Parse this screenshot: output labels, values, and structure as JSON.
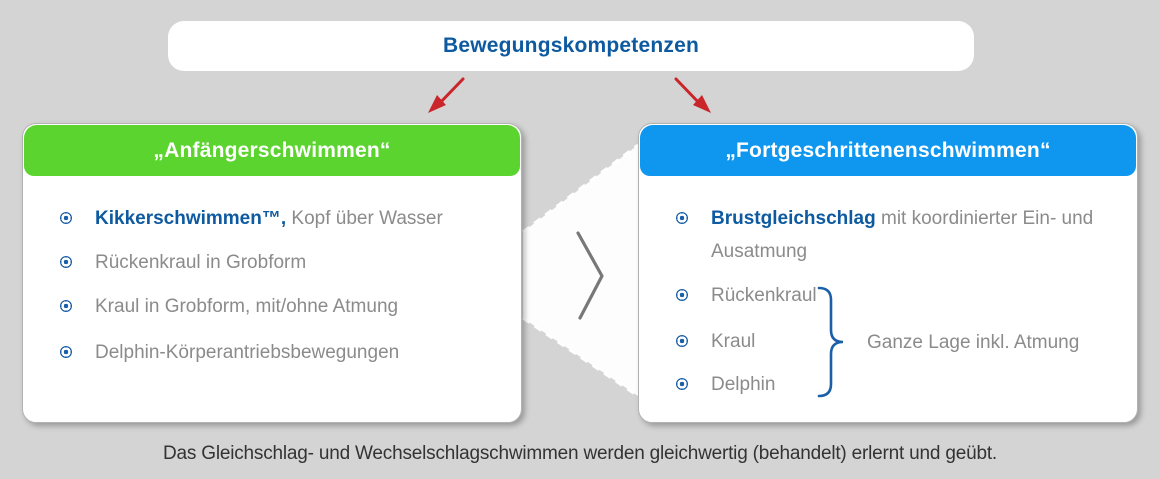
{
  "title": {
    "text": "Bewegungskompetenzen"
  },
  "panels": {
    "left": {
      "header": "„Anfängerschwimmen“",
      "items": [
        {
          "bold": "Kikkerschwimmen™,",
          "text": " Kopf über Wasser"
        },
        {
          "bold": "",
          "text": "Rückenkraul in Grobform"
        },
        {
          "bold": "",
          "text": "Kraul in Grobform, mit/ohne Atmung"
        },
        {
          "bold": "",
          "text": "Delphin-Körperantriebsbewegungen"
        }
      ]
    },
    "right": {
      "header": "„Fortgeschrittenenschwimmen“",
      "items": [
        {
          "bold": "Brustgleichschlag",
          "text": " mit koordinierter Ein- und Ausatmung"
        },
        {
          "bold": "",
          "text": "Rückenkraul"
        },
        {
          "bold": "",
          "text": "Kraul"
        },
        {
          "bold": "",
          "text": "Delphin"
        }
      ],
      "brace_label": "Ganze Lage inkl. Atmung"
    }
  },
  "caption": {
    "text": "Das Gleichschlag- und Wechselschlagschwimmen werden gleichwertig (behandelt) erlernt und geübt."
  },
  "colors": {
    "background": "#d4d4d4",
    "beginner_green": "#5cd42f",
    "advanced_blue": "#0f97f0",
    "title_blue": "#0e5aa0",
    "bullet_blue": "#1a5fa8",
    "body_gray": "#8b8b8b",
    "arrow_red": "#c9252b",
    "caption_dark": "#333333"
  },
  "icons": {
    "bullet": "target-bullet",
    "arrows": "hand-drawn-red-arrow",
    "between": "chevron-right",
    "grouping": "curly-brace"
  }
}
